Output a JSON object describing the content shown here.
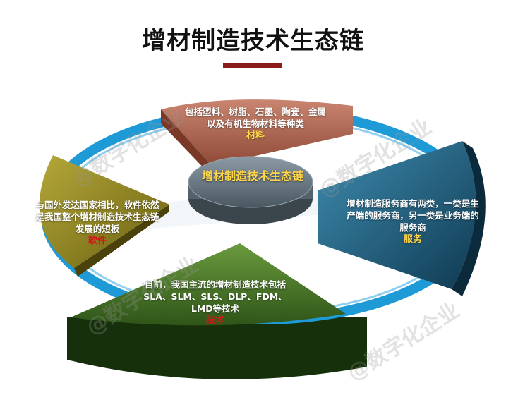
{
  "title": "增材制造技术生态链",
  "center": {
    "label": "增材制造技术生态链"
  },
  "segments": {
    "materials": {
      "desc": "包括塑料、树脂、石墨、陶瓷、金属以及有机生物材料等种类",
      "label": "材料"
    },
    "services": {
      "desc": "增材制造服务商有两类，一类是生产端的服务商，另一类是业务端的服务商",
      "label": "服务"
    },
    "technology": {
      "desc": "目前，我国主流的增材制造技术包括SLA、SLM、SLS、DLP、FDM、LMD等技术",
      "label": "技术"
    },
    "software": {
      "desc": "与国外发达国家相比，软件依然是我国整个增材制造技术生态链发展的短板",
      "label": "软件"
    }
  },
  "watermark": "@数字化企业",
  "colors": {
    "title_bar": "#8b1a1a",
    "materials": "#b86a52",
    "services": "#1e5f7e",
    "technology": "#4d7a2c",
    "software": "#8f8520",
    "ring": "#1e9ad6"
  }
}
